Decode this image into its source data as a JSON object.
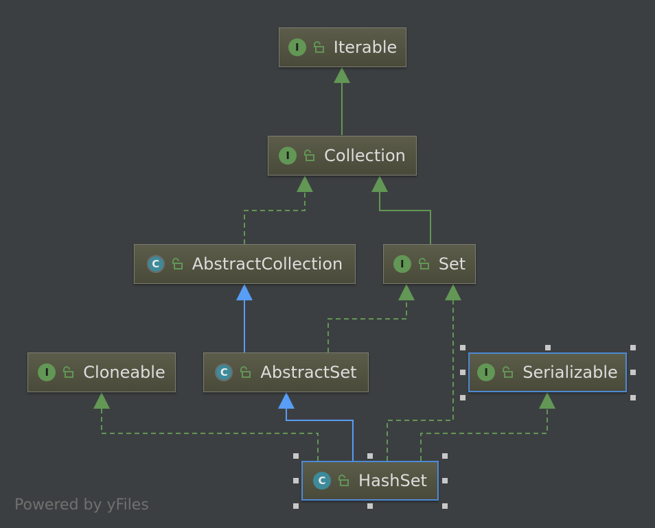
{
  "nodes": {
    "iterable": {
      "name": "Iterable",
      "kind": "I"
    },
    "collection": {
      "name": "Collection",
      "kind": "I"
    },
    "abstract_collection": {
      "name": "AbstractCollection",
      "kind": "C"
    },
    "set": {
      "name": "Set",
      "kind": "I"
    },
    "cloneable": {
      "name": "Cloneable",
      "kind": "I"
    },
    "abstract_set": {
      "name": "AbstractSet",
      "kind": "C"
    },
    "serializable": {
      "name": "Serializable",
      "kind": "I"
    },
    "hashset": {
      "name": "HashSet",
      "kind": "C"
    }
  },
  "edges": [
    {
      "from": "collection",
      "to": "iterable",
      "type": "extends"
    },
    {
      "from": "abstract_collection",
      "to": "collection",
      "type": "implements"
    },
    {
      "from": "set",
      "to": "collection",
      "type": "extends"
    },
    {
      "from": "abstract_set",
      "to": "abstract_collection",
      "type": "extends"
    },
    {
      "from": "abstract_set",
      "to": "set",
      "type": "implements"
    },
    {
      "from": "hashset",
      "to": "cloneable",
      "type": "implements"
    },
    {
      "from": "hashset",
      "to": "abstract_set",
      "type": "extends"
    },
    {
      "from": "hashset",
      "to": "set",
      "type": "implements"
    },
    {
      "from": "hashset",
      "to": "serializable",
      "type": "implements"
    }
  ],
  "colors": {
    "background": "#3c3f41",
    "interface_edge": "#629755",
    "class_edge": "#589df6",
    "selection": "#4d8ad6"
  },
  "footer": "Powered by yFiles"
}
